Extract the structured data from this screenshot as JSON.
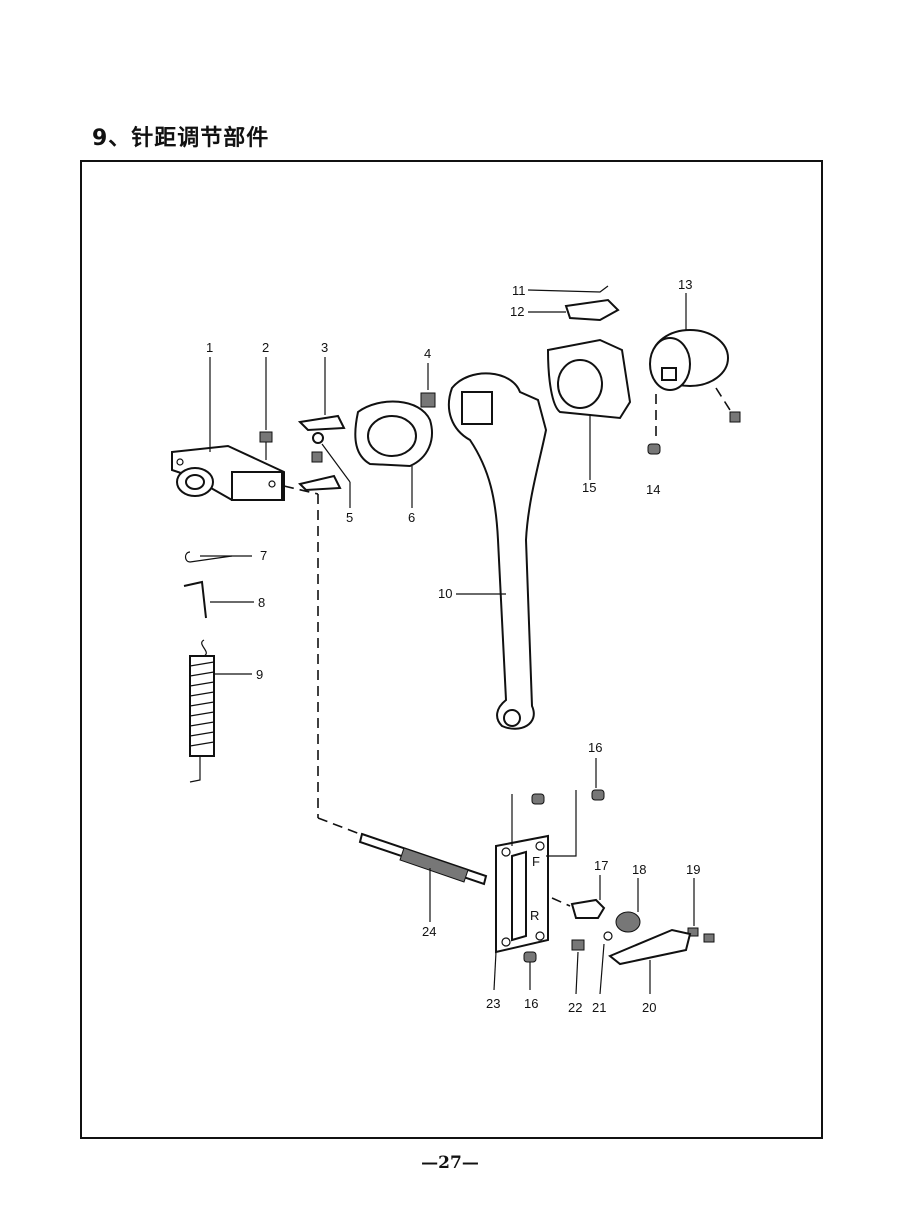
{
  "title": "9、针距调节部件",
  "page_number": "—27—",
  "callouts": {
    "c1": "1",
    "c2": "2",
    "c3": "3",
    "c4": "4",
    "c5": "5",
    "c6": "6",
    "c7": "7",
    "c8": "8",
    "c9": "9",
    "c10": "10",
    "c11": "11",
    "c12": "12",
    "c13": "13",
    "c14": "14",
    "c15": "15",
    "c16a": "16",
    "c16b": "16",
    "c17": "17",
    "c18": "18",
    "c19": "19",
    "c20": "20",
    "c21": "21",
    "c22": "22",
    "c23": "23",
    "c24": "24"
  },
  "plate_marks": {
    "top": "F",
    "bottom": "R"
  }
}
